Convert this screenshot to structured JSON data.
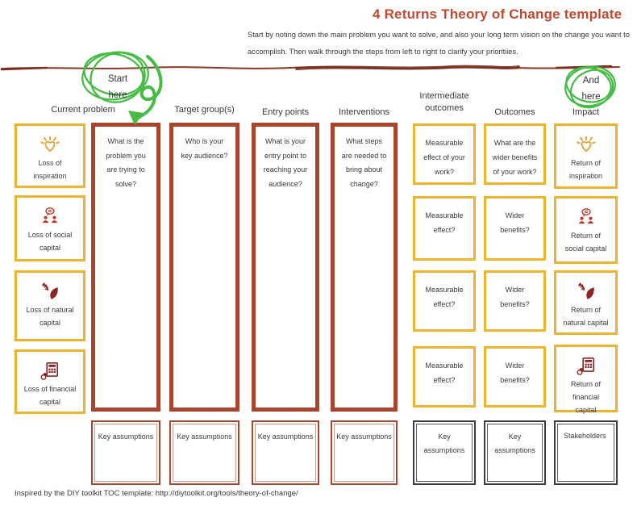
{
  "title": "4 Returns Theory of Change template",
  "subtitle": "Start by noting down the main problem you want to solve, and also your long term vision on the change you want to\naccomplish. Then walk through the steps from left to right to clarify your prioritiies.",
  "annotations": {
    "start_here": "Start\nhere",
    "and_here": "And\nhere"
  },
  "headers": {
    "current_problem": "Current problem",
    "target_groups": "Target group(s)",
    "entry_points": "Entry points",
    "interventions": "Interventions",
    "intermediate_outcomes": "Intermediate\noutcomes",
    "outcomes": "Outcomes",
    "impact": "Impact"
  },
  "loss_boxes": [
    {
      "icon": "inspiration-icon",
      "label": "Loss of inspiration"
    },
    {
      "icon": "social-capital-icon",
      "label": "Loss of social capital"
    },
    {
      "icon": "natural-capital-icon",
      "label": "Loss of natural capital"
    },
    {
      "icon": "financial-capital-icon",
      "label": "Loss of financial capital"
    }
  ],
  "question_boxes": [
    "What is the problem you are trying to solve?",
    "Who is your key audience?",
    "What is your entry point to reaching your audience?",
    "What steps are needed to bring about change?"
  ],
  "intermediate_boxes": [
    "Measurable effect of your work?",
    "Measurable effect?",
    "Measurable effect?",
    "Measurable effect?"
  ],
  "outcome_boxes": [
    "What are the wider benefits of your work?",
    "Wider benefits?",
    "Wider benefits?",
    "Wider benefits?"
  ],
  "impact_boxes": [
    {
      "icon": "inspiration-icon",
      "label": "Return of inspiration"
    },
    {
      "icon": "social-capital-icon",
      "label": "Return of social capital"
    },
    {
      "icon": "natural-capital-icon",
      "label": "Return of natural capital"
    },
    {
      "icon": "financial-capital-icon",
      "label": "Return of financial capital"
    }
  ],
  "bottom_row": {
    "key_assumptions": "Key assumptions",
    "stakeholders": "Stakeholders"
  },
  "footer": "Inspired by the DIY toolkit TOC template: http://diytoolkit.org/tools/theory-of-change/",
  "colors": {
    "title_red": "#c2492e",
    "box_red": "#a8452e",
    "box_yellow": "#efb42d",
    "annotation_green": "#45bd45",
    "hand_line_brown": "#8c3a28",
    "icon_orange": "#e2a43b",
    "icon_red": "#c0392b",
    "icon_dark_red": "#8e2424"
  }
}
